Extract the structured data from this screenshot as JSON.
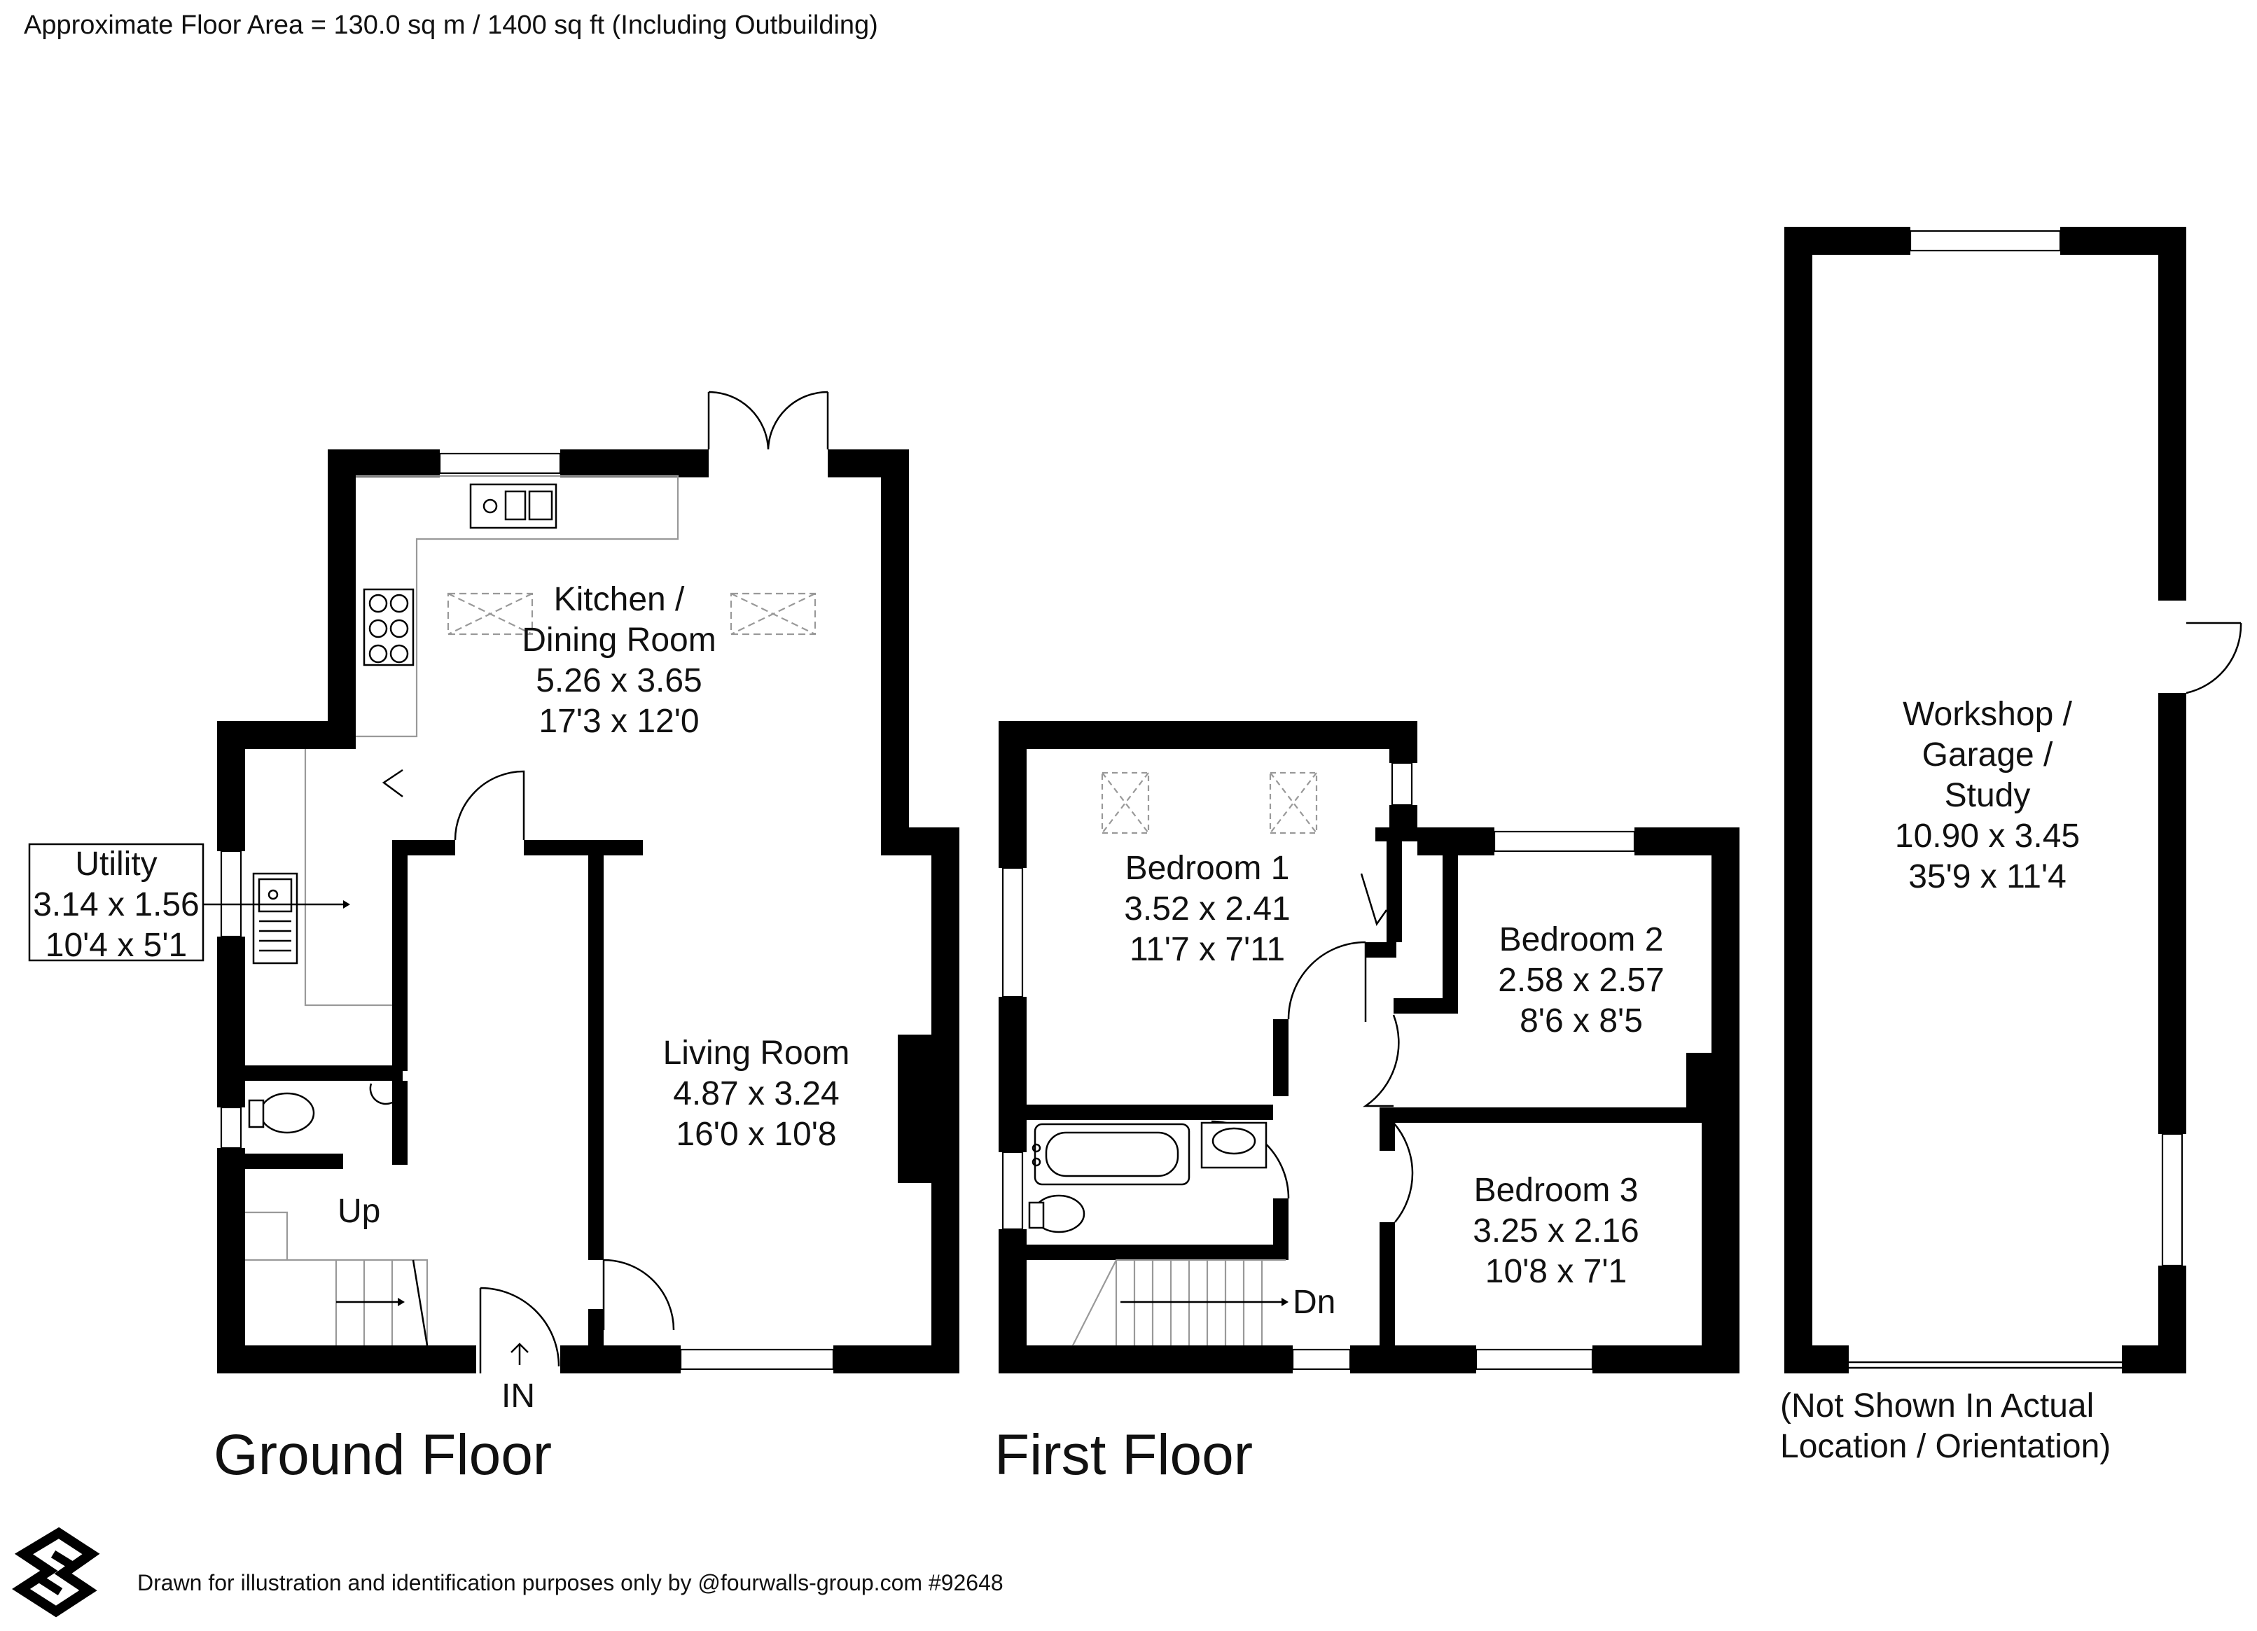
{
  "header": {
    "area_text": "Approximate Floor Area = 130.0 sq m / 1400 sq ft (Including Outbuilding)"
  },
  "floors": {
    "ground": "Ground Floor",
    "first": "First Floor"
  },
  "rooms": {
    "kitchen": {
      "name1": "Kitchen /",
      "name2": "Dining Room",
      "metric": "5.26 x 3.65",
      "imperial": "17'3 x 12'0"
    },
    "utility": {
      "name": "Utility",
      "metric": "3.14 x 1.56",
      "imperial": "10'4 x 5'1"
    },
    "living": {
      "name": "Living Room",
      "metric": "4.87 x 3.24",
      "imperial": "16'0 x 10'8"
    },
    "bedroom1": {
      "name": "Bedroom 1",
      "metric": "3.52 x 2.41",
      "imperial": "11'7 x 7'11"
    },
    "bedroom2": {
      "name": "Bedroom 2",
      "metric": "2.58 x 2.57",
      "imperial": "8'6 x 8'5"
    },
    "bedroom3": {
      "name": "Bedroom 3",
      "metric": "3.25 x 2.16",
      "imperial": "10'8 x 7'1"
    },
    "workshop": {
      "name1": "Workshop /",
      "name2": "Garage /",
      "name3": "Study",
      "metric": "10.90 x 3.45",
      "imperial": "35'9 x 11'4"
    }
  },
  "labels": {
    "up": "Up",
    "dn": "Dn",
    "entrance": "IN",
    "note_line1": "(Not Shown In Actual",
    "note_line2": "Location / Orientation)"
  },
  "footer": {
    "credit": "Drawn for illustration and identification purposes only by @fourwalls-group.com #92648"
  },
  "colors": {
    "wall": "#000000",
    "background": "#ffffff",
    "fixture_line": "#999999"
  }
}
